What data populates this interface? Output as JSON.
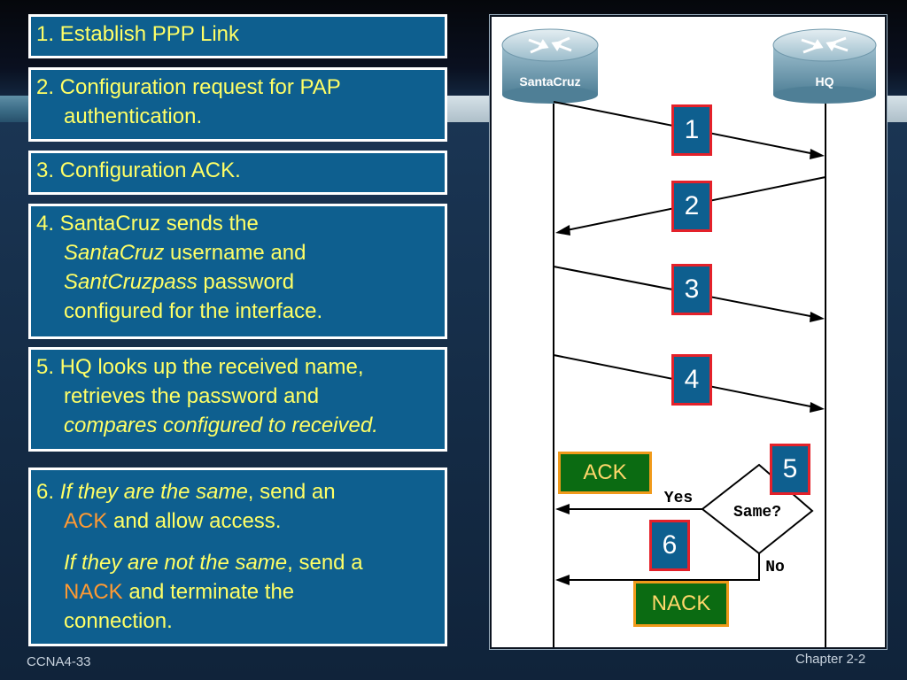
{
  "steps": {
    "s1": "1. Establish PPP Link",
    "s2_line1": "2. Configuration request for PAP",
    "s2_line2": "authentication.",
    "s3": "3. Configuration ACK.",
    "s4_line1": "4. SantaCruz sends the",
    "s4_italic1": "SantaCruz",
    "s4_rest1": " username and",
    "s4_italic2": "SantCruzpass",
    "s4_rest2": " password",
    "s4_line4": "configured for the interface.",
    "s5_line1": "5. HQ looks up the received name,",
    "s5_line2": "retrieves the password and",
    "s5_line3": "compares configured to received.",
    "s6_num": "6. ",
    "s6_italic1": "If they are the same",
    "s6_rest1": ", send an",
    "s6_ack": "ACK",
    "s6_rest2": " and allow access.",
    "s6_italic2": "If they are not the same",
    "s6_rest3": ", send a",
    "s6_nack": "NACK",
    "s6_rest4": " and terminate the",
    "s6_rest5": "connection."
  },
  "diagram": {
    "router_left": "SantaCruz",
    "router_right": "HQ",
    "step_numbers": [
      "1",
      "2",
      "3",
      "4",
      "5",
      "6"
    ],
    "ack_tag": "ACK",
    "nack_tag": "NACK",
    "decision": "Same?",
    "yes": "Yes",
    "no": "No"
  },
  "footer": {
    "left": "CCNA4-33",
    "right": "Chapter 2-2"
  }
}
